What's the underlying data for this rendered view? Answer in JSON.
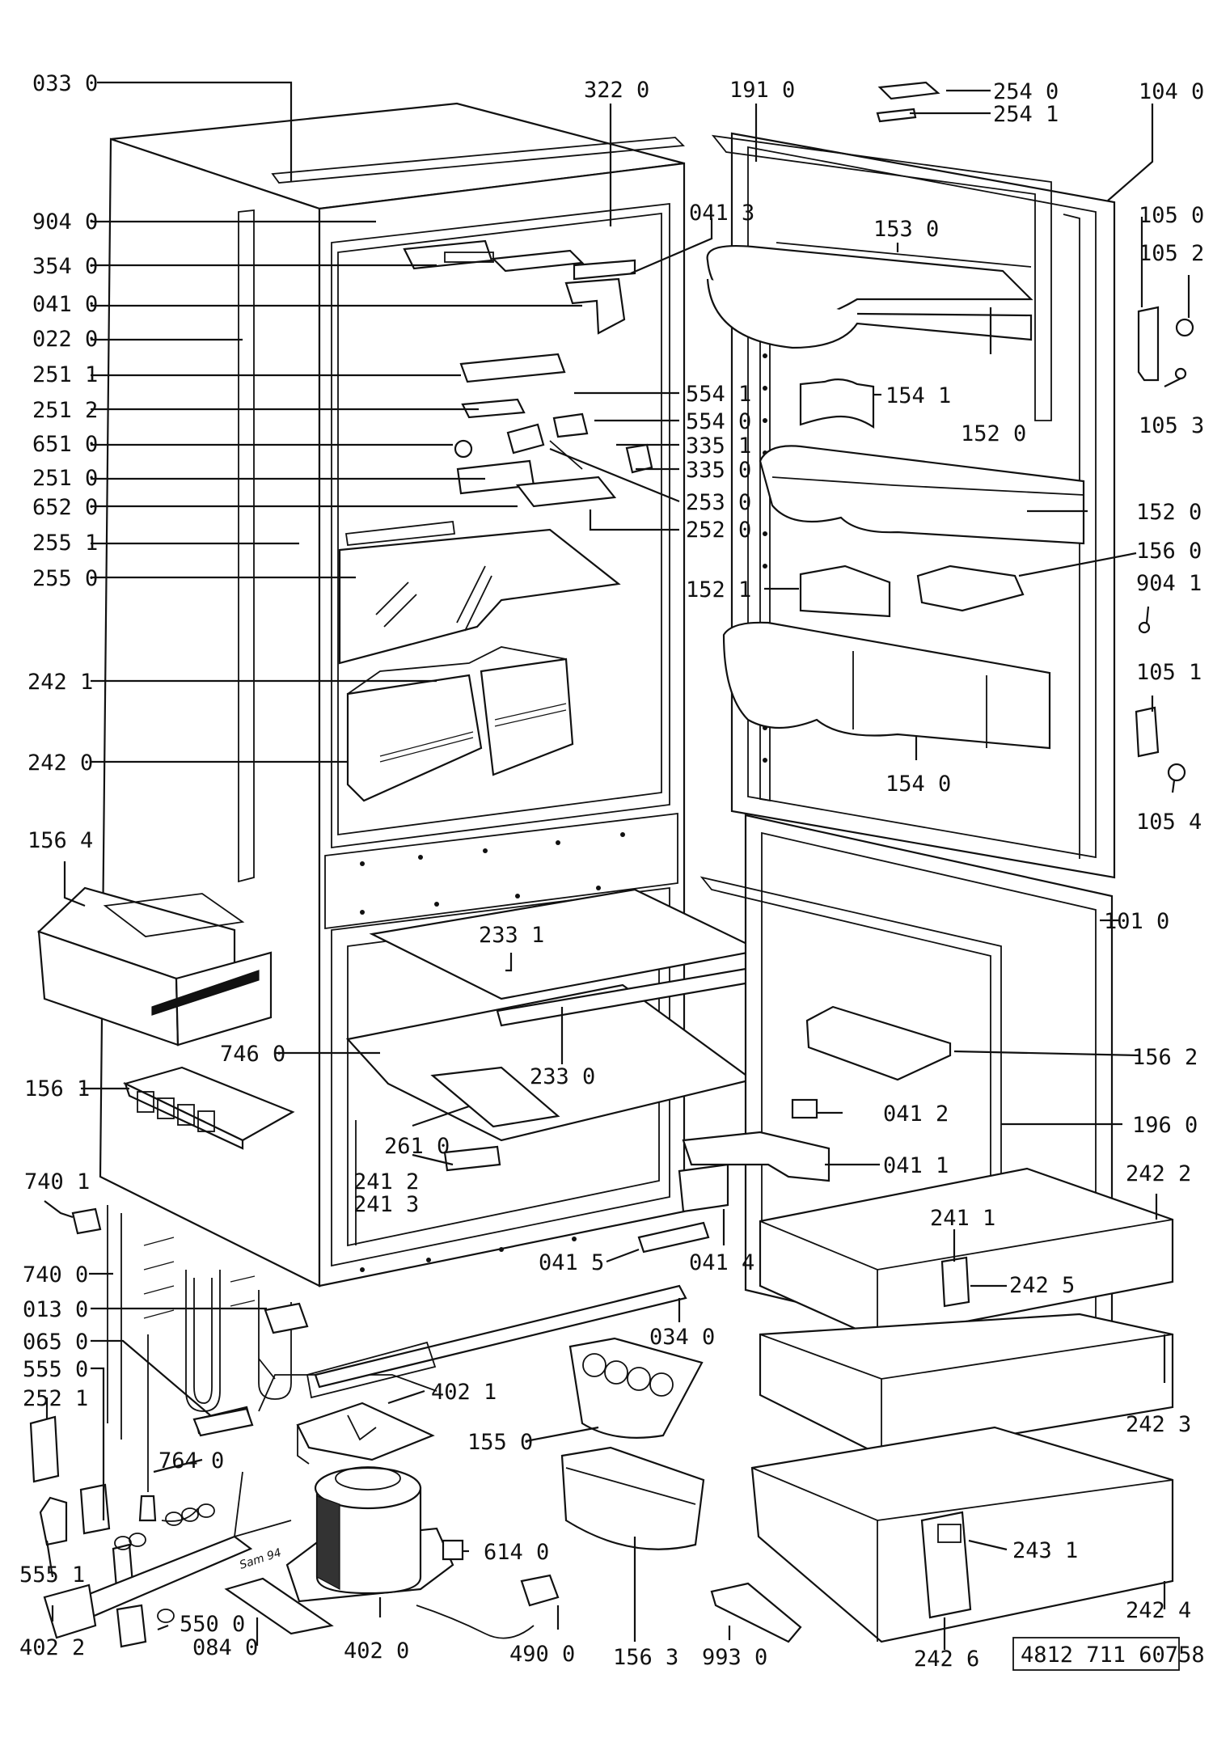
{
  "labels": [
    "033 0",
    "322 0",
    "191 0",
    "254 0",
    "254 1",
    "104 0",
    "904 0",
    "041 3",
    "153 0",
    "105 0",
    "105 2",
    "354 0",
    "041 0",
    "022 0",
    "251 1",
    "251 2",
    "651 0",
    "251 0",
    "652 0",
    "255 1",
    "255 0",
    "554 1",
    "554 0",
    "335 1",
    "335 0",
    "253 0",
    "252 0",
    "154 1",
    "152 0",
    "152 0",
    "105 3",
    "156 0",
    "904 1",
    "152 1",
    "242 1",
    "242 0",
    "154 0",
    "105 1",
    "105 4",
    "156 4",
    "233 1",
    "101 0",
    "746 0",
    "233 0",
    "156 2",
    "156 1",
    "041 2",
    "196 0",
    "261 0",
    "041 1",
    "241 2",
    "241 3",
    "740 1",
    "242 2",
    "241 1",
    "242 5",
    "740 0",
    "041 5",
    "041 4",
    "013 0",
    "034 0",
    "065 0",
    "555 0",
    "402 1",
    "242 3",
    "252 1",
    "155 0",
    "764 0",
    "614 0",
    "243 1",
    "555 1",
    "550 0",
    "402 2",
    "084 0",
    "402 0",
    "490 0",
    "156 3",
    "993 0",
    "242 6",
    "242 4"
  ],
  "document_number": "4812 711 60758",
  "date_mark": "Sam 94"
}
